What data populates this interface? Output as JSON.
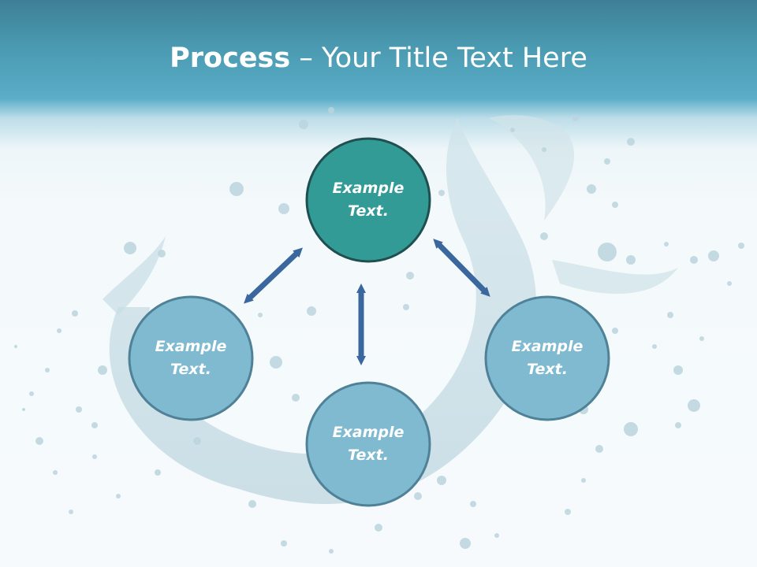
{
  "slide": {
    "title_bold": "Process",
    "title_rest": " – Your Title Text Here"
  },
  "nodes": [
    {
      "id": "top",
      "line1": "Example",
      "line2": "Text.",
      "fill": "#339b95",
      "stroke": "#1f4f50"
    },
    {
      "id": "left",
      "line1": "Example",
      "line2": "Text.",
      "fill": "#7fbad0",
      "stroke": "#4f8197"
    },
    {
      "id": "bottom",
      "line1": "Example",
      "line2": "Text.",
      "fill": "#7fbad0",
      "stroke": "#4f8197"
    },
    {
      "id": "right",
      "line1": "Example",
      "line2": "Text.",
      "fill": "#7fbad0",
      "stroke": "#4f8197"
    }
  ],
  "colors": {
    "arrow": "#3a679d",
    "header": "#4a9ab1"
  }
}
